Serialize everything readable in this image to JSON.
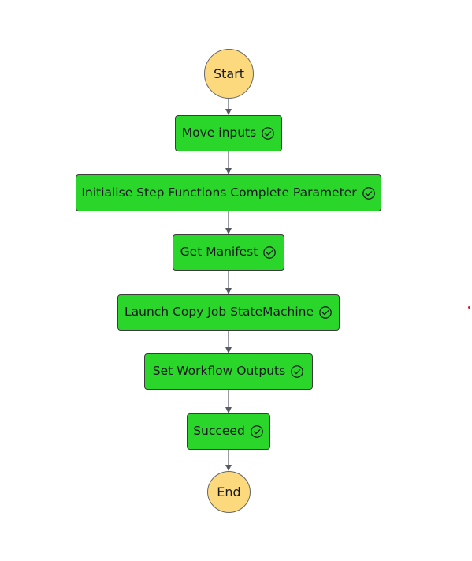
{
  "diagram": {
    "start": {
      "label": "Start"
    },
    "end": {
      "label": "End"
    },
    "states": [
      {
        "label": "Move inputs",
        "status": "succeeded",
        "status_icon": "check-circle-icon"
      },
      {
        "label": "Initialise Step Functions Complete Parameter",
        "status": "succeeded",
        "status_icon": "check-circle-icon"
      },
      {
        "label": "Get Manifest",
        "status": "succeeded",
        "status_icon": "check-circle-icon"
      },
      {
        "label": "Launch Copy Job StateMachine",
        "status": "succeeded",
        "status_icon": "check-circle-icon"
      },
      {
        "label": "Set Workflow Outputs",
        "status": "succeeded",
        "status_icon": "check-circle-icon"
      },
      {
        "label": "Succeed",
        "status": "succeeded",
        "status_icon": "check-circle-icon"
      }
    ],
    "colors": {
      "terminal_fill": "#fdd97e",
      "succeeded_fill": "#2bd62b",
      "connector": "#545b64"
    }
  }
}
